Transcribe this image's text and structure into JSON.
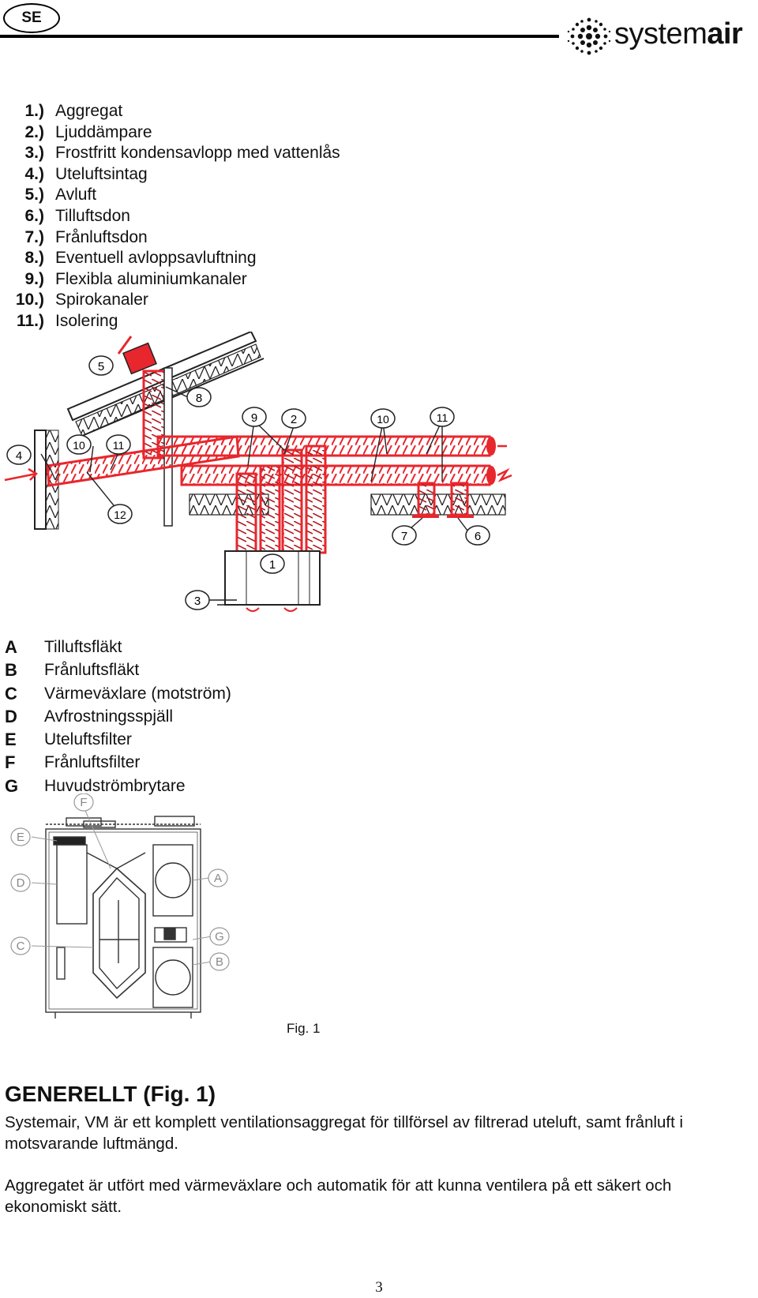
{
  "header": {
    "language": "SE",
    "brand": {
      "regular": "system",
      "bold": "air"
    }
  },
  "components": [
    {
      "number": "1.)",
      "label": "Aggregat"
    },
    {
      "number": "2.)",
      "label": "Ljuddämpare"
    },
    {
      "number": "3.)",
      "label": "Frostfritt kondensavlopp med vattenlås"
    },
    {
      "number": "4.)",
      "label": "Uteluftsintag"
    },
    {
      "number": "5.)",
      "label": "Avluft"
    },
    {
      "number": "6.)",
      "label": "Tilluftsdon"
    },
    {
      "number": "7.)",
      "label": "Frånluftsdon"
    },
    {
      "number": "8.)",
      "label": "Eventuell avloppsavluftning"
    },
    {
      "number": "9.)",
      "label": "Flexibla aluminiumkanaler"
    },
    {
      "number": "10.)",
      "label": "Spirokanaler"
    },
    {
      "number": "11.)",
      "label": "Isolering"
    }
  ],
  "installation_diagram": {
    "callouts": [
      "1",
      "2",
      "3",
      "4",
      "5",
      "6",
      "7",
      "8",
      "9",
      "10",
      "11",
      "12"
    ],
    "duct_color": "#e8262d"
  },
  "unit_parts": [
    {
      "key": "A",
      "label": "Tilluftsfläkt"
    },
    {
      "key": "B",
      "label": "Frånluftsfläkt"
    },
    {
      "key": "C",
      "label": "Värmeväxlare (motström)"
    },
    {
      "key": "D",
      "label": "Avfrostningsspjäll"
    },
    {
      "key": "E",
      "label": "Uteluftsfilter"
    },
    {
      "key": "F",
      "label": "Frånluftsfilter"
    },
    {
      "key": "G",
      "label": "Huvudströmbrytare"
    }
  ],
  "unit_diagram": {
    "callouts": [
      "A",
      "B",
      "C",
      "D",
      "E",
      "F",
      "G"
    ]
  },
  "figure_label": "Fig. 1",
  "section": {
    "heading": "GENERELLT (Fig. 1)",
    "paragraphs": [
      "Systemair, VM är ett komplett ventilationsaggregat för tillförsel av filtrerad uteluft, samt frånluft i motsvarande luftmängd.",
      "Aggregatet är utfört med värmeväxlare och automatik för att kunna ventilera på ett säkert och ekonomiskt sätt."
    ]
  },
  "page_number": "3"
}
